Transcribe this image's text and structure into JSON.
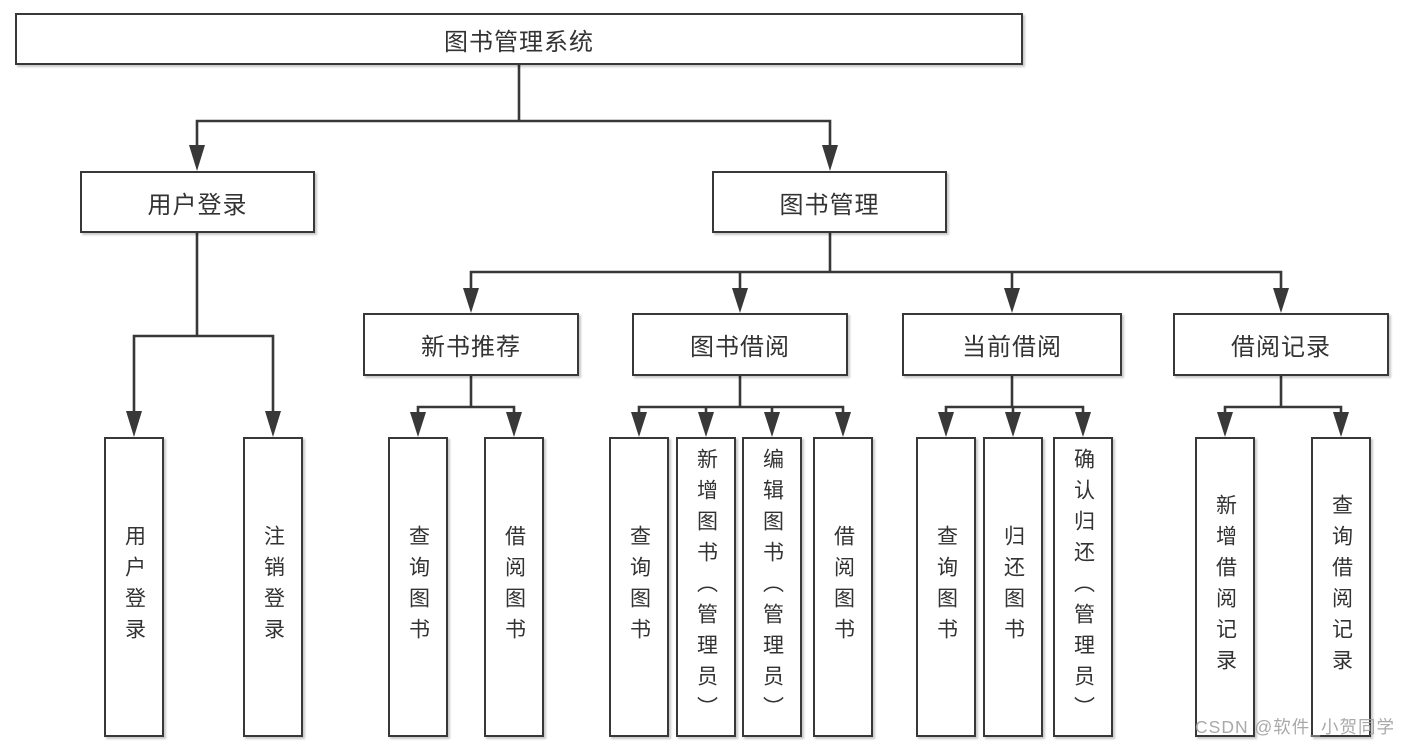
{
  "diagram": {
    "background_color": "#ffffff",
    "line_color": "#383838",
    "text_color": "#333333",
    "watermark_color": "#a2a2a2",
    "tree": {
      "root": "图书管理系统",
      "children": [
        {
          "label": "用户登录",
          "children": [
            "用户登录",
            "注销登录"
          ]
        },
        {
          "label": "图书管理",
          "children": [
            {
              "label": "新书推荐",
              "children": [
                "查询图书",
                "借阅图书"
              ]
            },
            {
              "label": "图书借阅",
              "children": [
                "查询图书",
                "新增图书（管理员）",
                "编辑图书（管理员）",
                "借阅图书"
              ]
            },
            {
              "label": "当前借阅",
              "children": [
                "查询图书",
                "归还图书",
                "确认归还（管理员）"
              ]
            },
            {
              "label": "借阅记录",
              "children": [
                "新增借阅记录",
                "查询借阅记录"
              ]
            }
          ]
        }
      ]
    },
    "watermark": "CSDN @软件_小贺同学"
  }
}
